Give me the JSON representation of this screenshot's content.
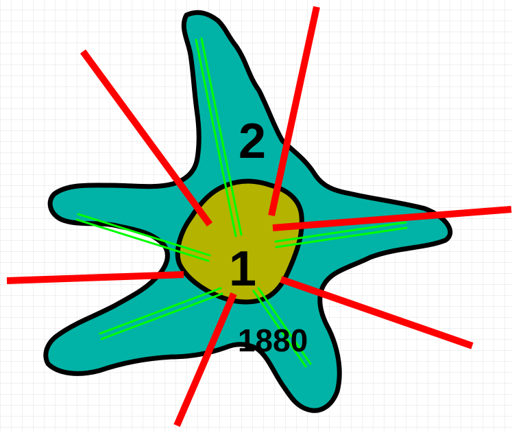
{
  "labels": {
    "inner_zone": "1",
    "outer_zone": "2",
    "year": "1880"
  },
  "colors": {
    "outer_fill": "#00b3a6",
    "inner_fill": "#b3b300",
    "outline": "#000000",
    "red_lines": "#ff0000",
    "green_lines": "#00ff00",
    "background": "#ffffff"
  }
}
